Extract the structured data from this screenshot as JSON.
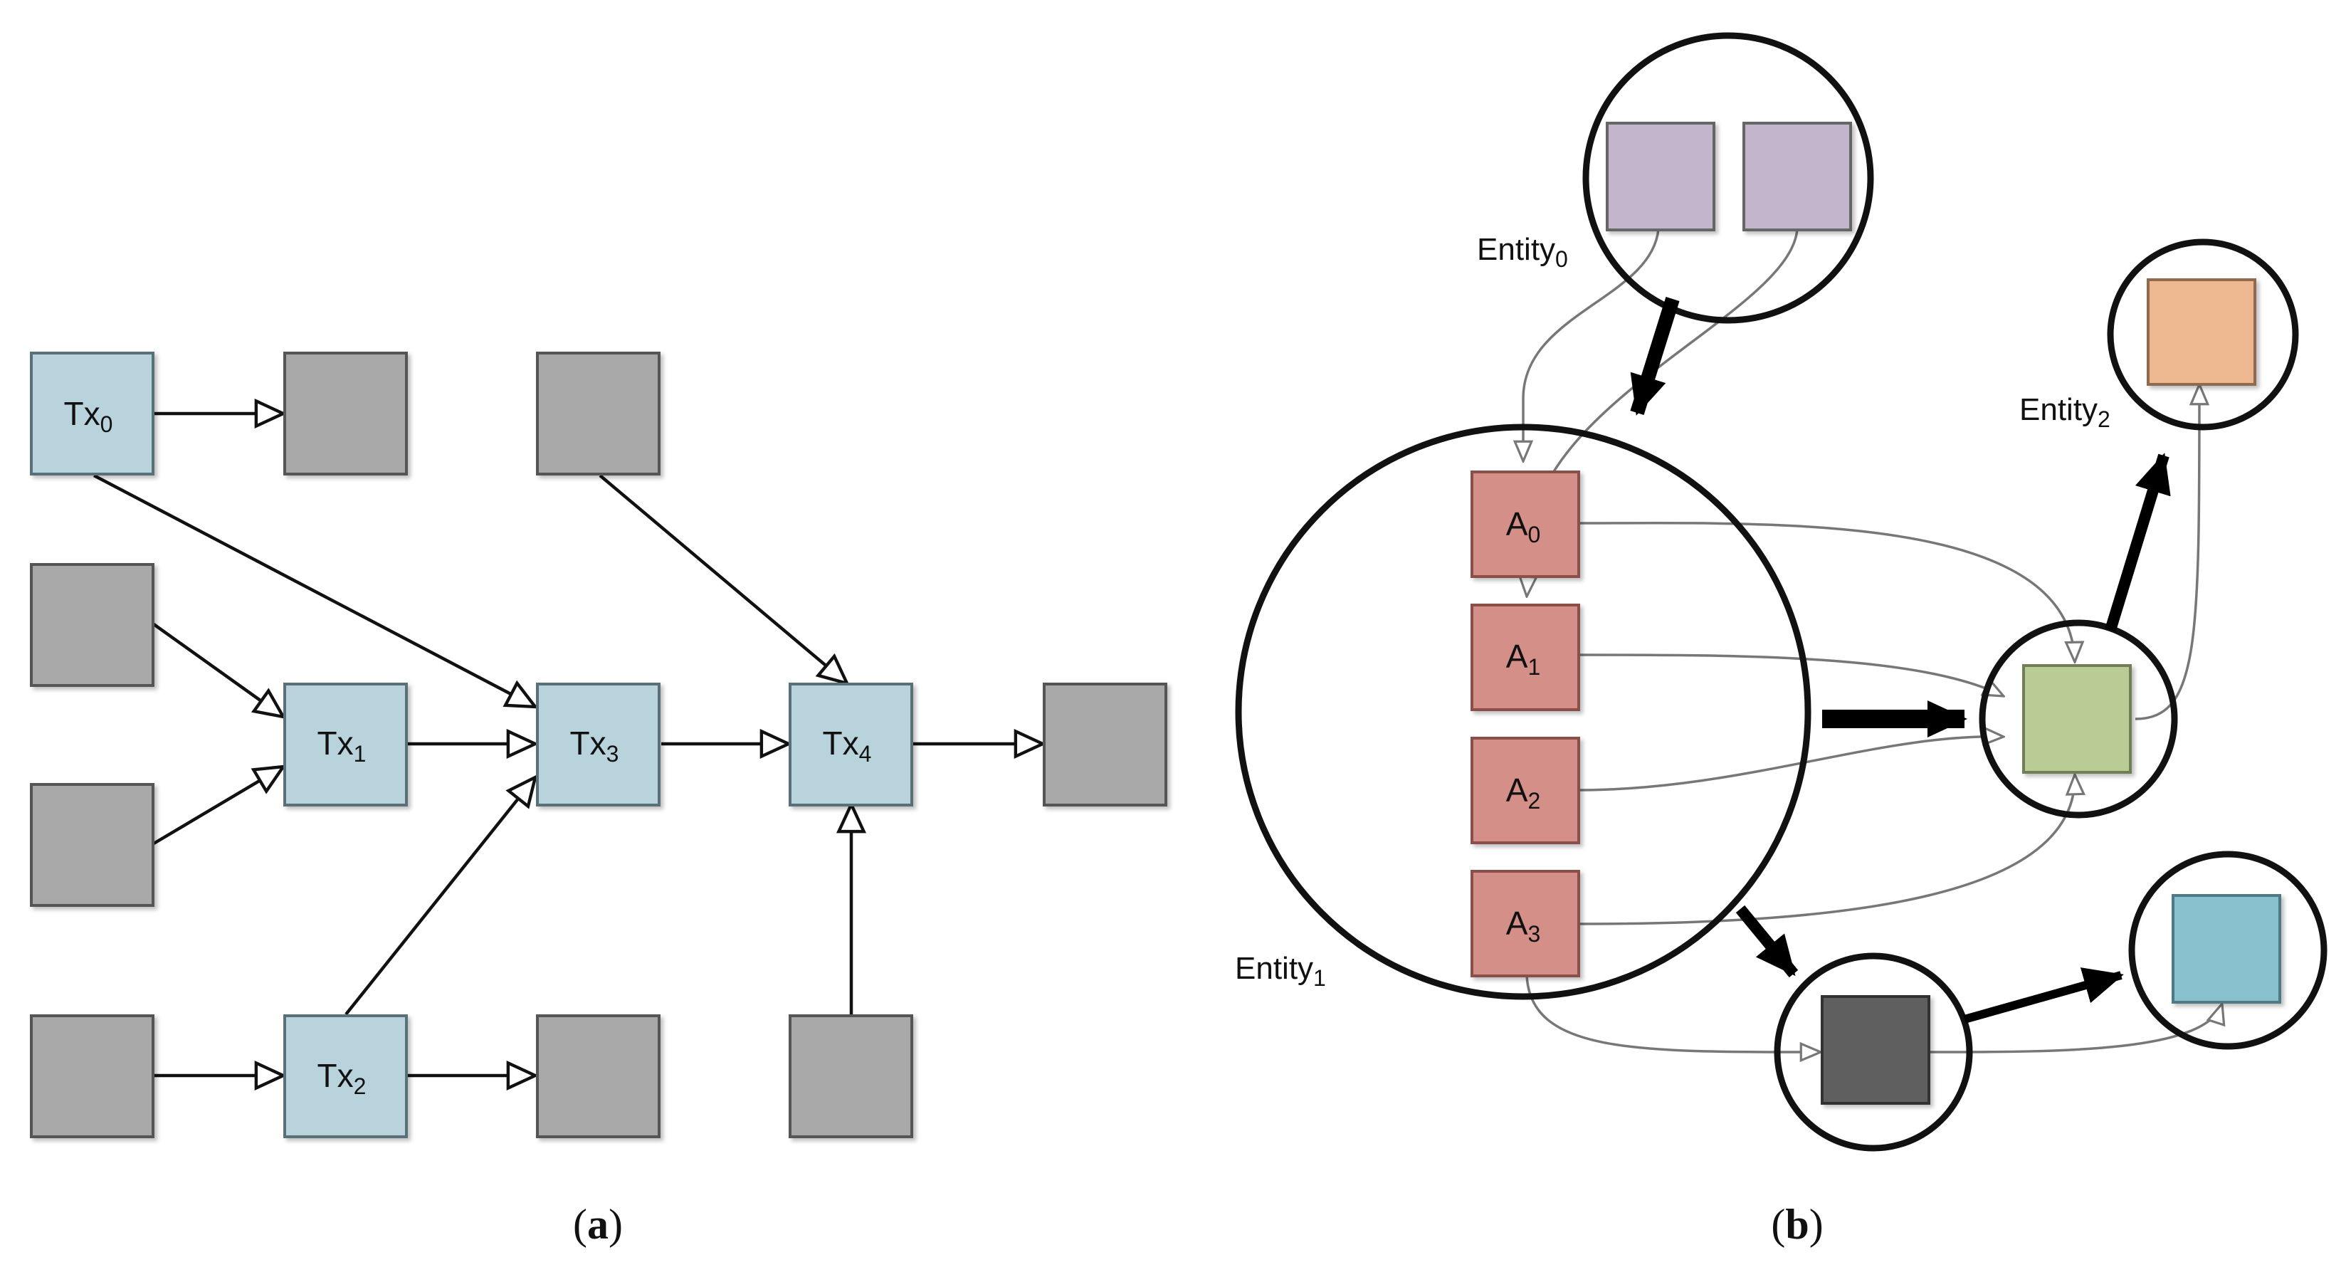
{
  "panel_a": {
    "caption_open": "(",
    "caption_letter": "a",
    "caption_close": ")",
    "tx": [
      {
        "base": "Tx",
        "sub": "0"
      },
      {
        "base": "Tx",
        "sub": "1"
      },
      {
        "base": "Tx",
        "sub": "2"
      },
      {
        "base": "Tx",
        "sub": "3"
      },
      {
        "base": "Tx",
        "sub": "4"
      }
    ]
  },
  "panel_b": {
    "caption_open": "(",
    "caption_letter": "b",
    "caption_close": ")",
    "entities": [
      {
        "base": "Entity",
        "sub": "0"
      },
      {
        "base": "Entity",
        "sub": "1"
      },
      {
        "base": "Entity",
        "sub": "2"
      }
    ],
    "addresses": [
      {
        "base": "A",
        "sub": "0"
      },
      {
        "base": "A",
        "sub": "1"
      },
      {
        "base": "A",
        "sub": "2"
      },
      {
        "base": "A",
        "sub": "3"
      }
    ]
  },
  "colors": {
    "tx_fill": "#b8d3dc",
    "tx_stroke": "#5a6f78",
    "gray_box": "#a8a8a8",
    "gray_box_stroke": "#555555",
    "entity0_fill": "#c3b6cc",
    "address_fill": "#d48f89",
    "entity2_fill": "#edb78f",
    "green_fill": "#b9cc96",
    "dark_fill": "#5f5f5f",
    "blue_fill": "#88c0cd",
    "thin_edge": "#777777"
  }
}
